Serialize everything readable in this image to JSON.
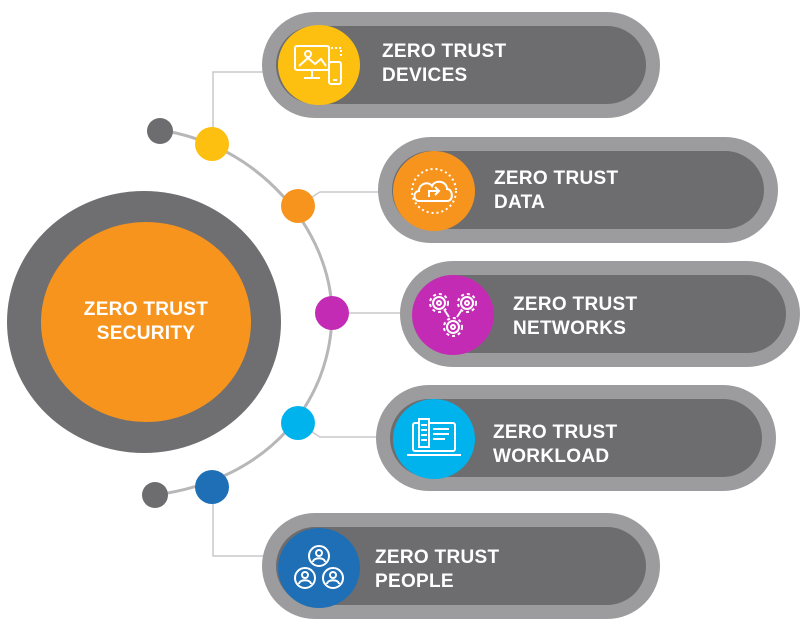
{
  "center": {
    "line1": "ZERO TRUST",
    "line2": "SECURITY",
    "color": "#f7941d",
    "ring_color": "#6f6f71"
  },
  "items": [
    {
      "line1": "ZERO TRUST",
      "line2": "DEVICES",
      "color": "#fdc010",
      "icon": "devices-icon"
    },
    {
      "line1": "ZERO TRUST",
      "line2": "DATA",
      "color": "#f7941d",
      "icon": "cloud-data-icon"
    },
    {
      "line1": "ZERO TRUST",
      "line2": "NETWORKS",
      "color": "#c42bb4",
      "icon": "network-gears-icon"
    },
    {
      "line1": "ZERO TRUST",
      "line2": "WORKLOAD",
      "color": "#00b3ec",
      "icon": "workload-laptop-icon"
    },
    {
      "line1": "ZERO TRUST",
      "line2": "PEOPLE",
      "color": "#1f6fb6",
      "icon": "people-icon"
    }
  ],
  "colors": {
    "pill_outer": "#9c9c9e",
    "pill_inner": "#6d6d6f",
    "arc": "#b7b7b9",
    "end_dot": "#6d6d6f"
  }
}
